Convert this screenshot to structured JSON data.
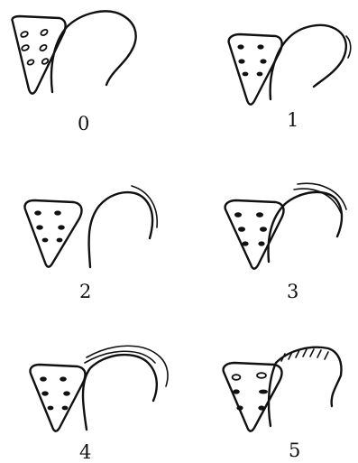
{
  "figure": {
    "panels": [
      {
        "label": "0"
      },
      {
        "label": "1"
      },
      {
        "label": "2"
      },
      {
        "label": "3"
      },
      {
        "label": "4"
      },
      {
        "label": "5"
      }
    ]
  }
}
